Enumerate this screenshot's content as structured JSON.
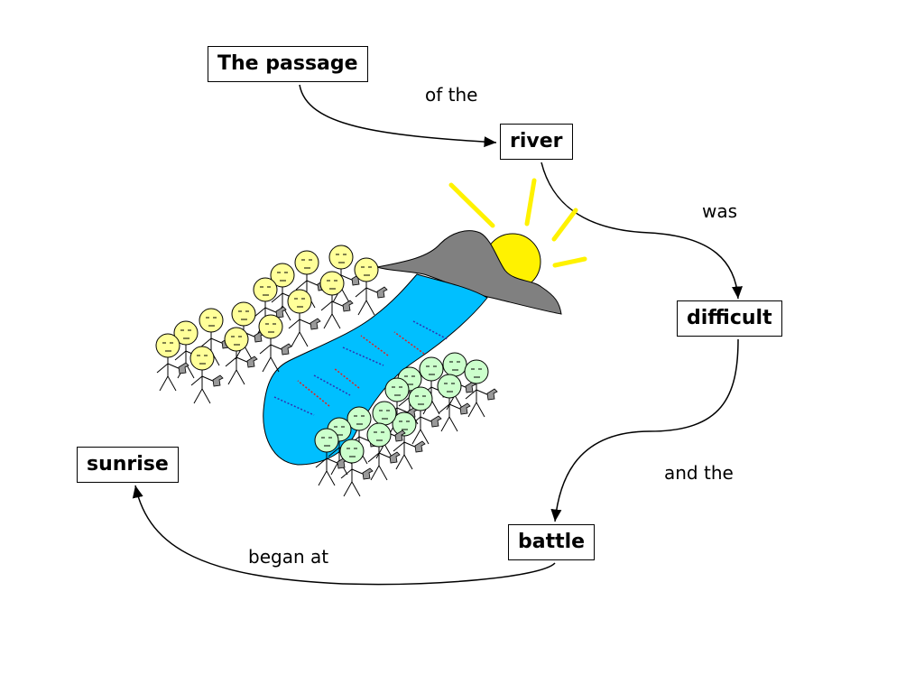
{
  "nodes": {
    "passage": "The passage",
    "river": "river",
    "difficult": "difficult",
    "battle": "battle",
    "sunrise": "sunrise"
  },
  "edges": {
    "passage_river": "of the",
    "river_difficult": "was",
    "difficult_battle": "and the",
    "battle_sunrise": "began at"
  },
  "colors": {
    "sun": "#FFF200",
    "river": "#00BFFF",
    "rock": "#808080",
    "army_yellow": "#FFFF99",
    "army_green": "#CCFFCC",
    "arrow_red": "#E02020",
    "arrow_blue": "#3030B0"
  },
  "illustration": {
    "sun-icon": "sun",
    "mountain-icon": "rock",
    "river-icon": "river",
    "army-icon": "stick-figure soldiers"
  }
}
